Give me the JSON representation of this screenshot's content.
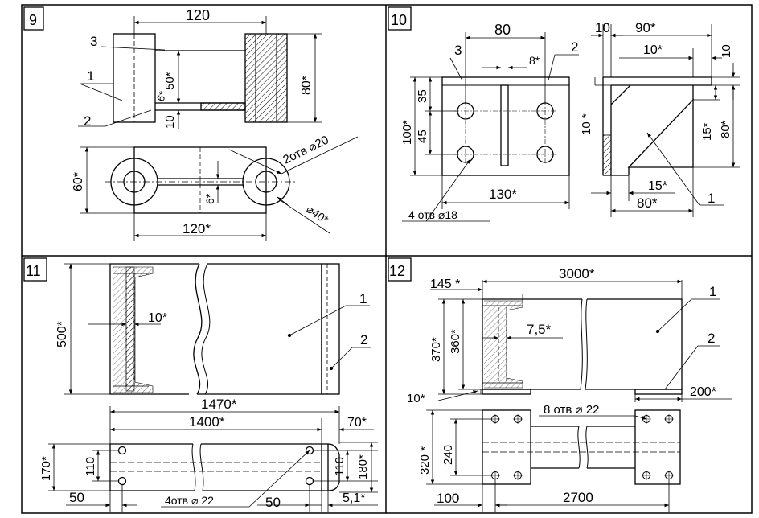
{
  "panels": {
    "p9": {
      "number": "9",
      "dims": {
        "width_top": "120",
        "height_right": "80*",
        "height_mid": "50*",
        "small6": "6*",
        "small10": "10",
        "left60": "60*",
        "small6b": "6*",
        "width_bottom": "120*",
        "d40": "⌀40*"
      },
      "labels": {
        "part3": "3",
        "part1": "1",
        "part2": "2"
      },
      "holes_note": "2отв ⌀20"
    },
    "p10": {
      "number": "10",
      "dims": {
        "w80": "80",
        "d8": "8*",
        "d35": "35",
        "d45": "45",
        "d100": "100*",
        "d130": "130*",
        "d10a": "10",
        "d90": "90*",
        "d10b": "10*",
        "d10c": "10",
        "d10d": "10 *",
        "d80r": "80*",
        "d15r": "15*",
        "d15b": "15*",
        "d80b": "80*"
      },
      "labels": {
        "part3": "3",
        "part2": "2",
        "part1": "1"
      },
      "holes_note": "4 отв ⌀18"
    },
    "p11": {
      "number": "11",
      "dims": {
        "d500": "500*",
        "d10": "10*",
        "d1470": "1470*",
        "d1400": "1400*",
        "d70": "70*",
        "d170": "170*",
        "d110l": "110",
        "d110r": "110",
        "d180": "180*",
        "d50l": "50",
        "d50r": "50",
        "d51": "5,1*"
      },
      "labels": {
        "part1": "1",
        "part2": "2"
      },
      "holes_note": "4отв ⌀ 22"
    },
    "p12": {
      "number": "12",
      "dims": {
        "d145": "145 *",
        "d3000": "3000*",
        "d370": "370*",
        "d360": "360*",
        "d75": "7,5*",
        "d10": "10*",
        "d200": "200*",
        "d320": "320 *",
        "d240": "240",
        "d100": "100",
        "d2700": "2700"
      },
      "labels": {
        "part1": "1",
        "part2": "2"
      },
      "holes_note": "8 отв ⌀ 22"
    }
  }
}
